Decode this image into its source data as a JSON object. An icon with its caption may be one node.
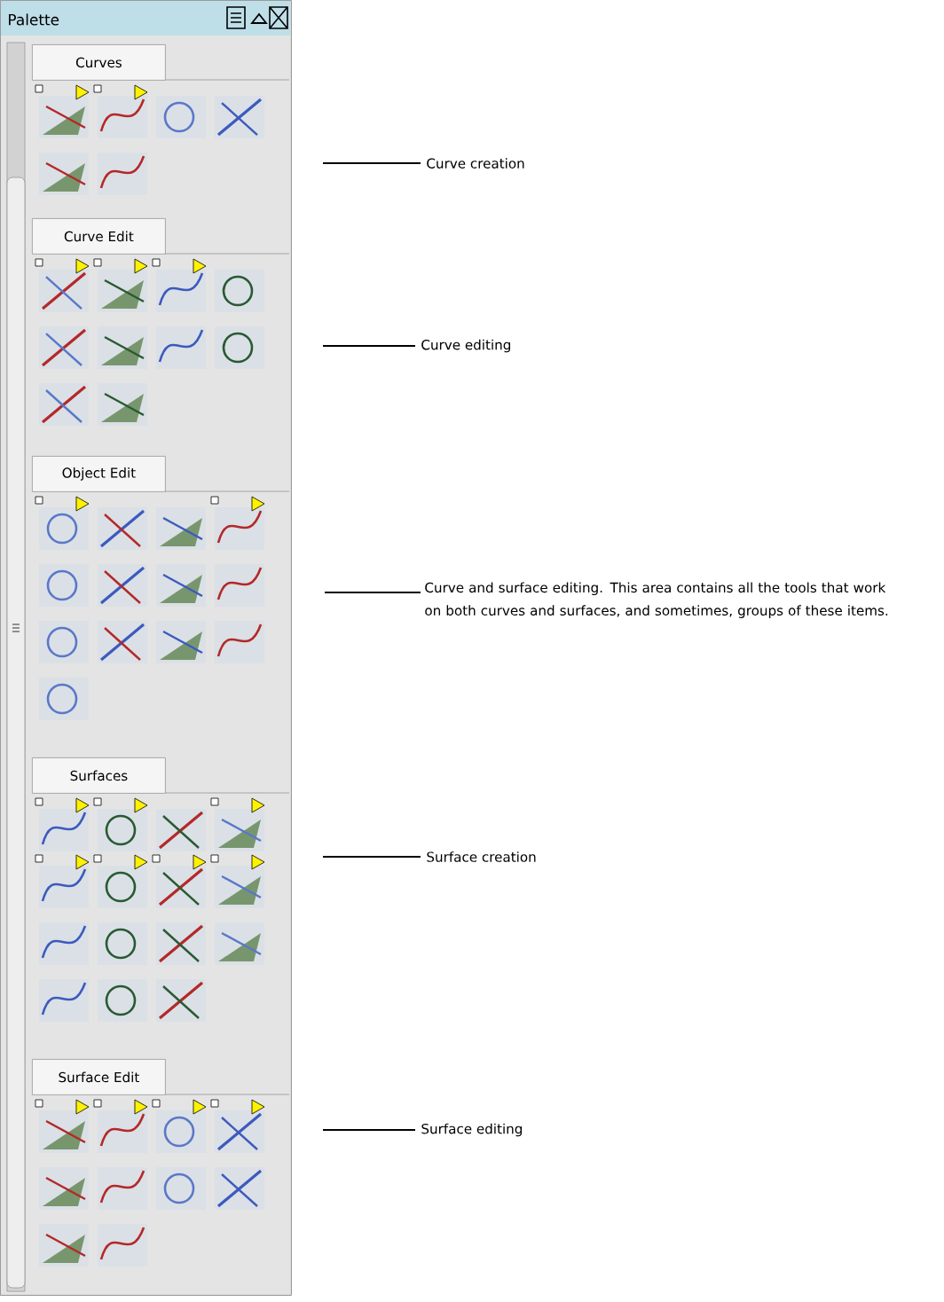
{
  "diagram": {
    "nodes": [
      {
        "text": [
          "Palette"
        ]
      },
      {
        "text": [
          "Curves"
        ],
        "in": 0
      },
      {
        "text": [
          "Curve Edit"
        ],
        "in": 0
      },
      {
        "text": [
          "Object Edit"
        ],
        "in": 0
      },
      {
        "text": [
          "Surfaces"
        ],
        "in": 0
      },
      {
        "text": [
          "Surface Edit"
        ],
        "in": 0
      },
      {
        "text": [
          "Curve creation"
        ]
      },
      {
        "text": [
          "Curve editing"
        ]
      },
      {
        "text": [
          "Curve and surface editing. This area contains all the tools that work on both curves and surfaces, and sometimes, groups of these items."
        ]
      },
      {
        "text": [
          "Surface creation"
        ]
      },
      {
        "text": [
          "Surface editing"
        ]
      }
    ],
    "edges": [
      {
        "from": 6,
        "to": null,
        "arrow": "none"
      },
      {
        "from": 7,
        "to": null,
        "arrow": "none"
      },
      {
        "from": 8,
        "to": null,
        "arrow": "none"
      },
      {
        "from": 9,
        "to": null,
        "arrow": "none"
      },
      {
        "from": 10,
        "to": null,
        "arrow": "none"
      }
    ]
  }
}
